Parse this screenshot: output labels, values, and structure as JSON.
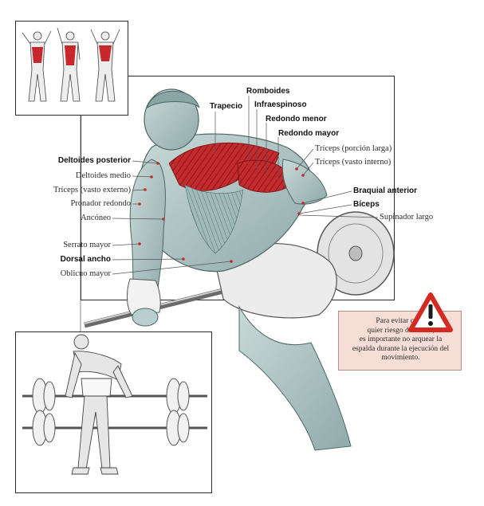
{
  "labels_left": [
    {
      "text": "Deltoides posterior",
      "bold": true
    },
    {
      "text": "Deltoides medio",
      "bold": false
    },
    {
      "text": "Tríceps (vasto externo)",
      "bold": false
    },
    {
      "text": "Pronador redondo",
      "bold": false
    },
    {
      "text": "Ancóneo",
      "bold": false
    },
    {
      "text": "Serrato mayor",
      "bold": false
    },
    {
      "text": "Dorsal ancho",
      "bold": true
    },
    {
      "text": "Oblicuo mayor",
      "bold": false
    }
  ],
  "labels_top": [
    {
      "text": "Trapecio",
      "bold": true
    },
    {
      "text": "Romboides",
      "bold": true
    },
    {
      "text": "Infraespinoso",
      "bold": true
    },
    {
      "text": "Redondo menor",
      "bold": true
    },
    {
      "text": "Redondo mayor",
      "bold": true
    }
  ],
  "labels_right": [
    {
      "text": "Tríceps (porción larga)",
      "bold": false
    },
    {
      "text": "Tríceps (vasto interno)",
      "bold": false
    },
    {
      "text": "Braquial anterior",
      "bold": true
    },
    {
      "text": "Bíceps",
      "bold": true
    },
    {
      "text": "Supinador largo",
      "bold": false
    }
  ],
  "warning": {
    "lines": [
      "Para evitar cual-",
      "quier riesgo de lesión,",
      "es importante no arquear la",
      "espalda durante la ejecución del",
      "movimiento."
    ],
    "icon": "warning-triangle-icon"
  },
  "colors": {
    "muscle_highlight": "#c8282c",
    "body_tint": "#a9c2c0",
    "warning_bg": "#f6ddd6",
    "warning_red": "#d42a22"
  }
}
